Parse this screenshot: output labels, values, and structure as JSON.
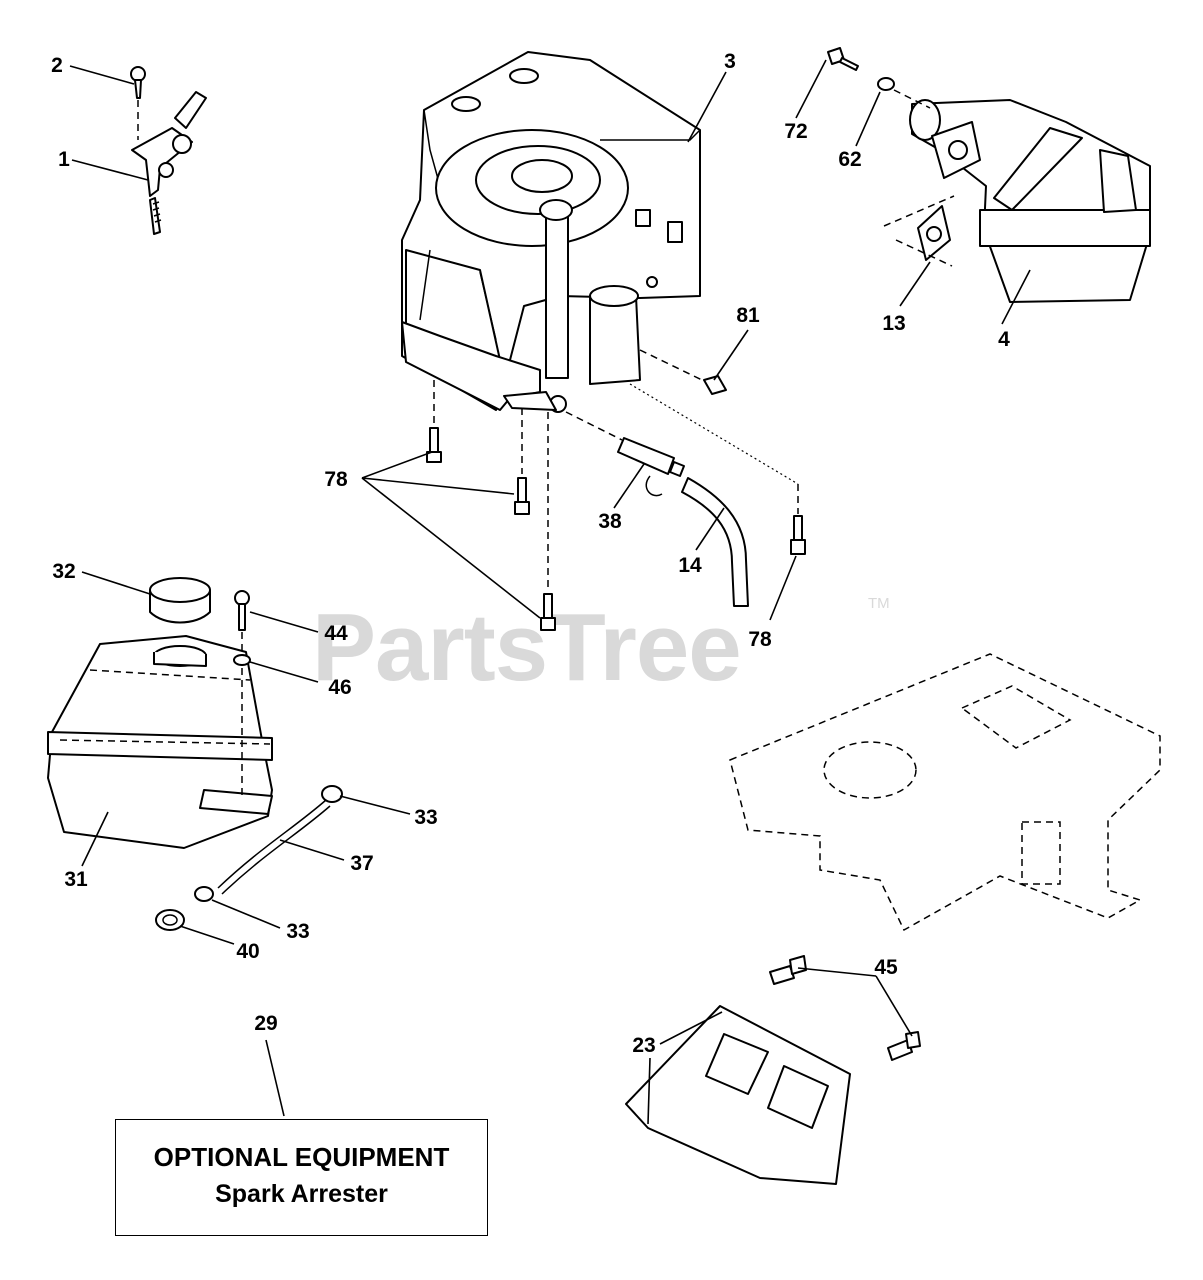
{
  "watermark": {
    "text": "PartsTree",
    "trademark": "TM"
  },
  "callouts": [
    "1",
    "2",
    "3",
    "4",
    "13",
    "14",
    "23",
    "29",
    "31",
    "32",
    "33",
    "33",
    "37",
    "38",
    "40",
    "44",
    "45",
    "46",
    "62",
    "72",
    "78",
    "78",
    "81"
  ],
  "optional_equipment": {
    "title": "OPTIONAL EQUIPMENT",
    "item": "Spark Arrester"
  }
}
